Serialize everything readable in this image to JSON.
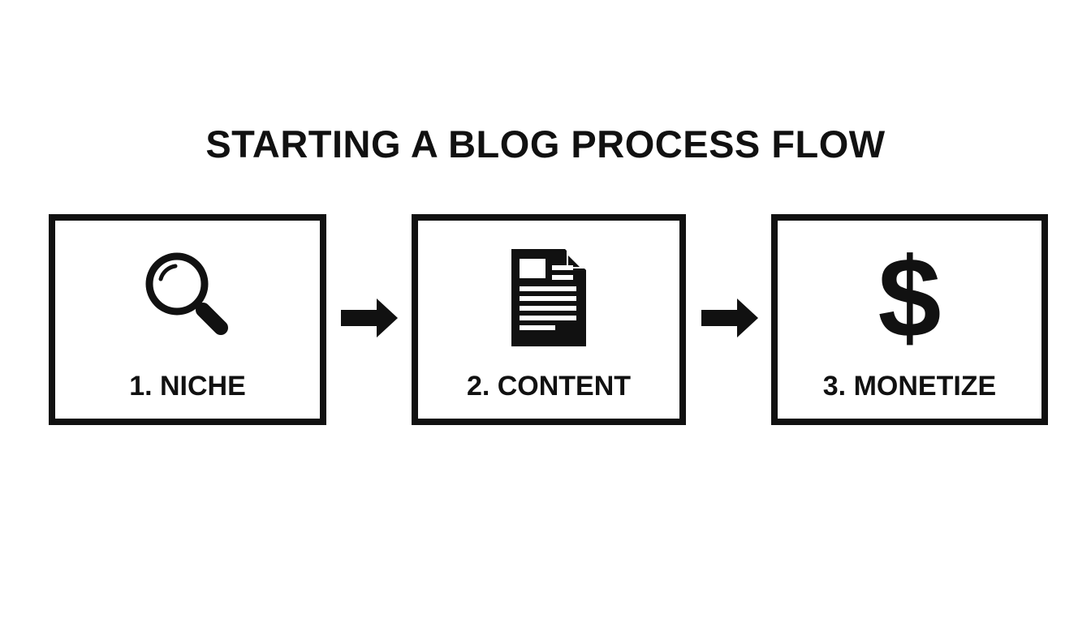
{
  "title": "STARTING A BLOG PROCESS FLOW",
  "steps": [
    {
      "label": "1. NICHE",
      "icon": "magnifying-glass-icon"
    },
    {
      "label": "2. CONTENT",
      "icon": "document-icon"
    },
    {
      "label": "3. MONETIZE",
      "icon": "dollar-sign-icon",
      "glyph": "$"
    }
  ],
  "connectors": [
    "right-arrow-icon",
    "right-arrow-icon"
  ],
  "colors": {
    "ink": "#111111",
    "background": "#ffffff"
  }
}
